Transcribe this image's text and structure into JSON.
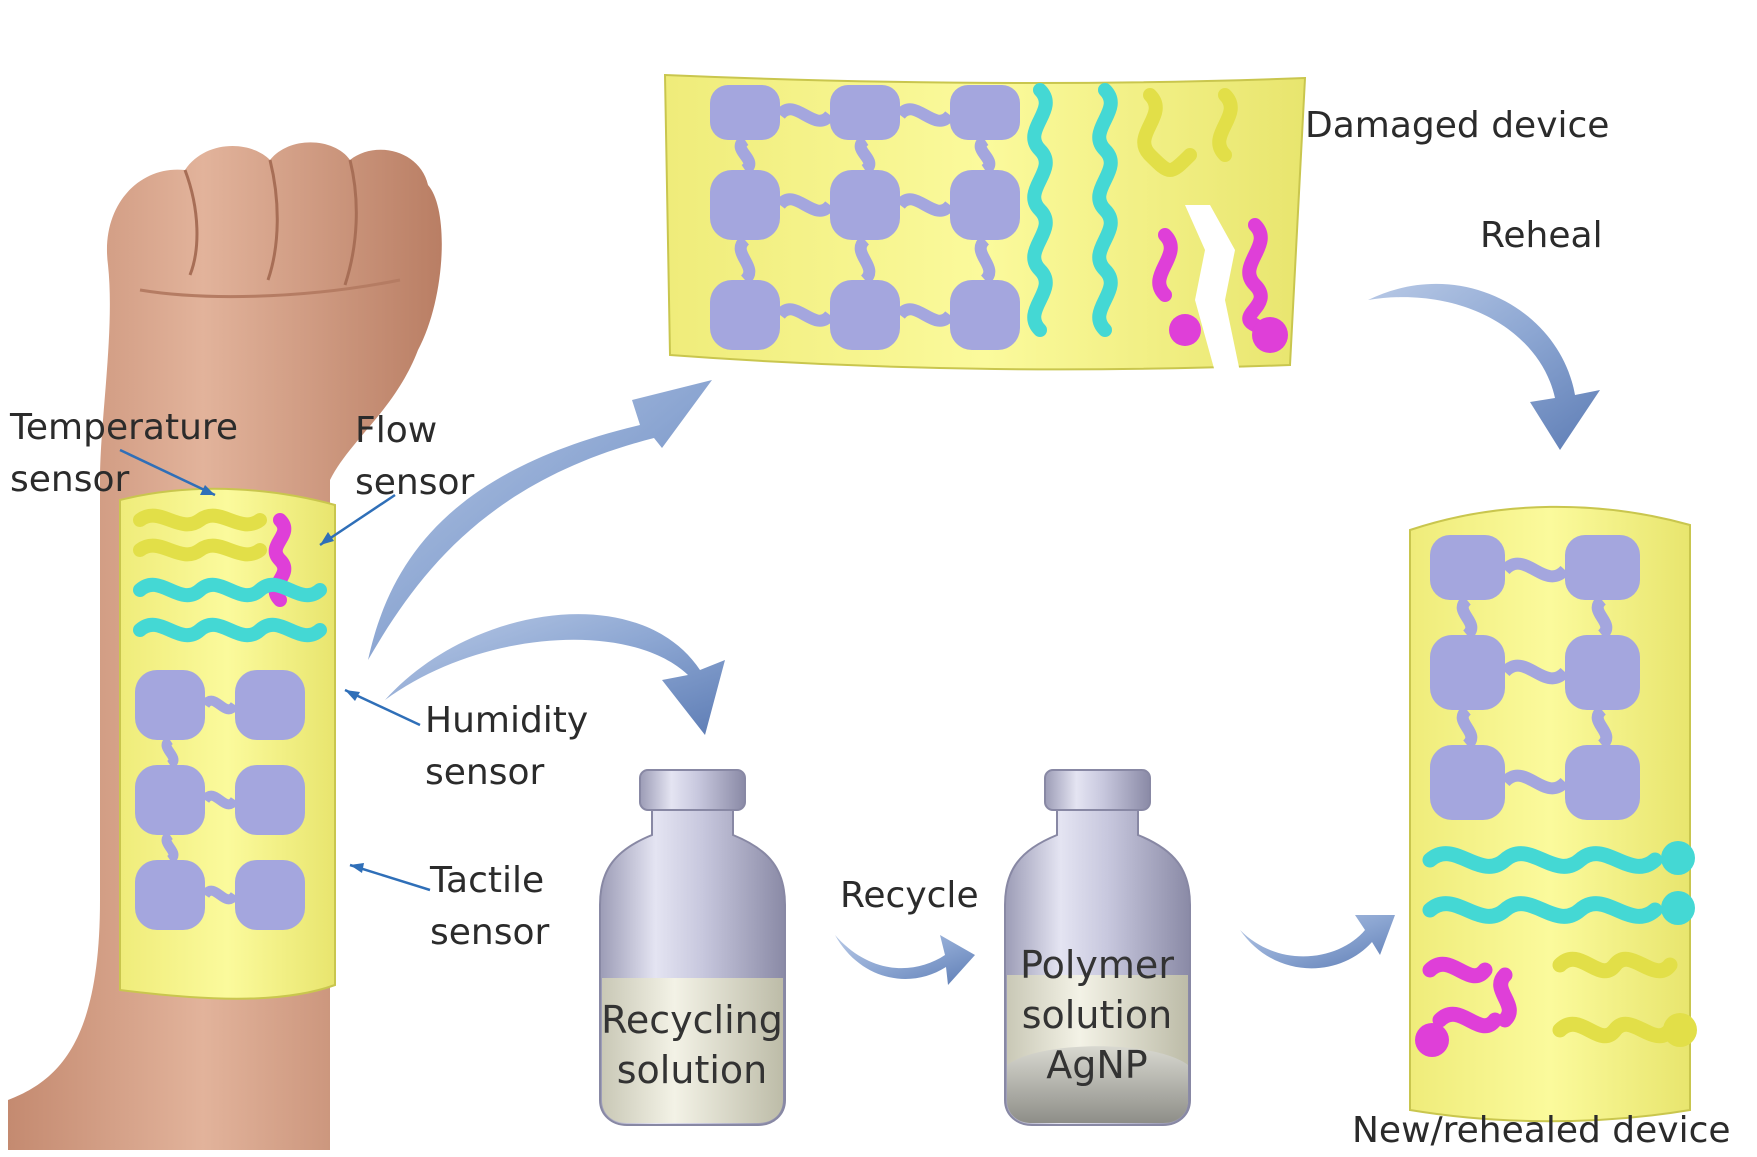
{
  "labels": {
    "temperature_sensor": [
      "Temperature",
      "sensor"
    ],
    "flow_sensor": [
      "Flow",
      "sensor"
    ],
    "humidity_sensor": [
      "Humidity",
      "sensor"
    ],
    "tactile_sensor": [
      "Tactile",
      "sensor"
    ],
    "damaged_device": "Damaged device",
    "reheal": "Reheal",
    "recycle": "Recycle",
    "new_rehealed_device": "New/rehealed device"
  },
  "bottles": {
    "recycling": [
      "Recycling",
      "solution"
    ],
    "polymer": [
      "Polymer",
      "solution",
      "AgNP"
    ]
  },
  "colors": {
    "substrate": "#f7f58a",
    "tactile": "#a4a6de",
    "humidity": "#44d8d4",
    "flow": "#df3fd8",
    "temperature": "#ecea52",
    "arrow": "#7f9bc9",
    "skin": "#d7a48a",
    "pointer_line": "#2f6fb8"
  }
}
